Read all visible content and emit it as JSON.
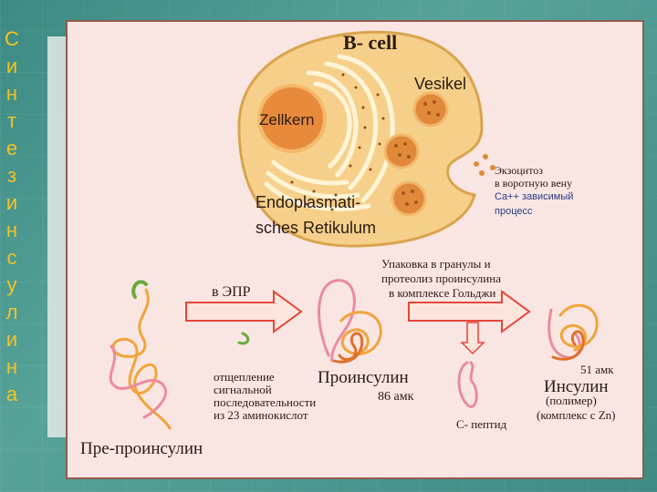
{
  "side_title": [
    "С",
    "и",
    "н",
    "т",
    "е",
    "з",
    "и",
    "н",
    "с",
    "у",
    "л",
    "и",
    "н",
    "а"
  ],
  "cell": {
    "title": "B- cell",
    "nucleus": "Zellkern",
    "vesicle": "Vesikel",
    "er_line1": "Endoplasmati-",
    "er_line2": "sches Retikulum",
    "exo_line1": "Экзоцитоз",
    "exo_line2": "в воротную вену",
    "ca_line1": "Ca++ зависимый",
    "ca_line2": "процесс"
  },
  "steps": {
    "to_er": "в ЭПР",
    "golgi_line1": "Упаковка в гранулы и",
    "golgi_line2": "протеолиз проинсулина",
    "golgi_line3": "в комплексе Гольджи",
    "cleave_line1": "отщепление",
    "cleave_line2": "сигнальной",
    "cleave_line3": "последовательности",
    "cleave_line4": "из 23 аминокислот",
    "proinsulin": "Проинсулин",
    "proinsulin_aa": "86 амк",
    "c_peptide": "C- пептид",
    "insulin_aa": "51 амк",
    "insulin": "Инсулин",
    "insulin_note1": "(полимер)",
    "insulin_note2": "(комплекс с Zn)",
    "preproinsulin": "Пре-проинсулин"
  },
  "colors": {
    "cell_fill": "#f6d08a",
    "nucleus": "#e88a3c",
    "granule": "#e0893a",
    "arrow": "#e8453a",
    "chain_pink": "#ec8aa0",
    "chain_orange": "#f2a43a",
    "chain_green": "#6aa83a",
    "accent_title": "#f3c323"
  }
}
